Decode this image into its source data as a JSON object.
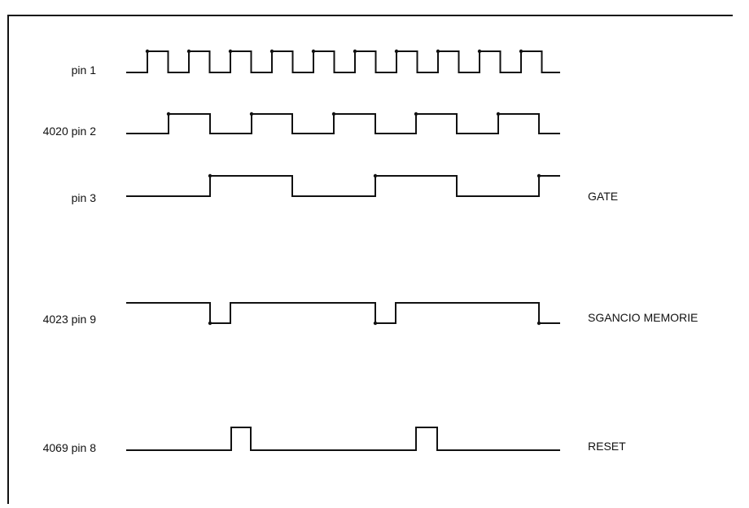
{
  "signals": [
    {
      "id": "pin1",
      "label": "pin 1",
      "side_label": ""
    },
    {
      "id": "pin2",
      "label": "4020 pin 2",
      "side_label": ""
    },
    {
      "id": "pin3",
      "label": "pin 3",
      "side_label": "GATE"
    },
    {
      "id": "pin9",
      "label": "4023 pin 9",
      "side_label": "SGANCIO MEMORIE"
    },
    {
      "id": "pin8",
      "label": "4069 pin 8",
      "side_label": "RESET"
    }
  ],
  "colors": {
    "ink": "#111111",
    "background": "#ffffff"
  }
}
